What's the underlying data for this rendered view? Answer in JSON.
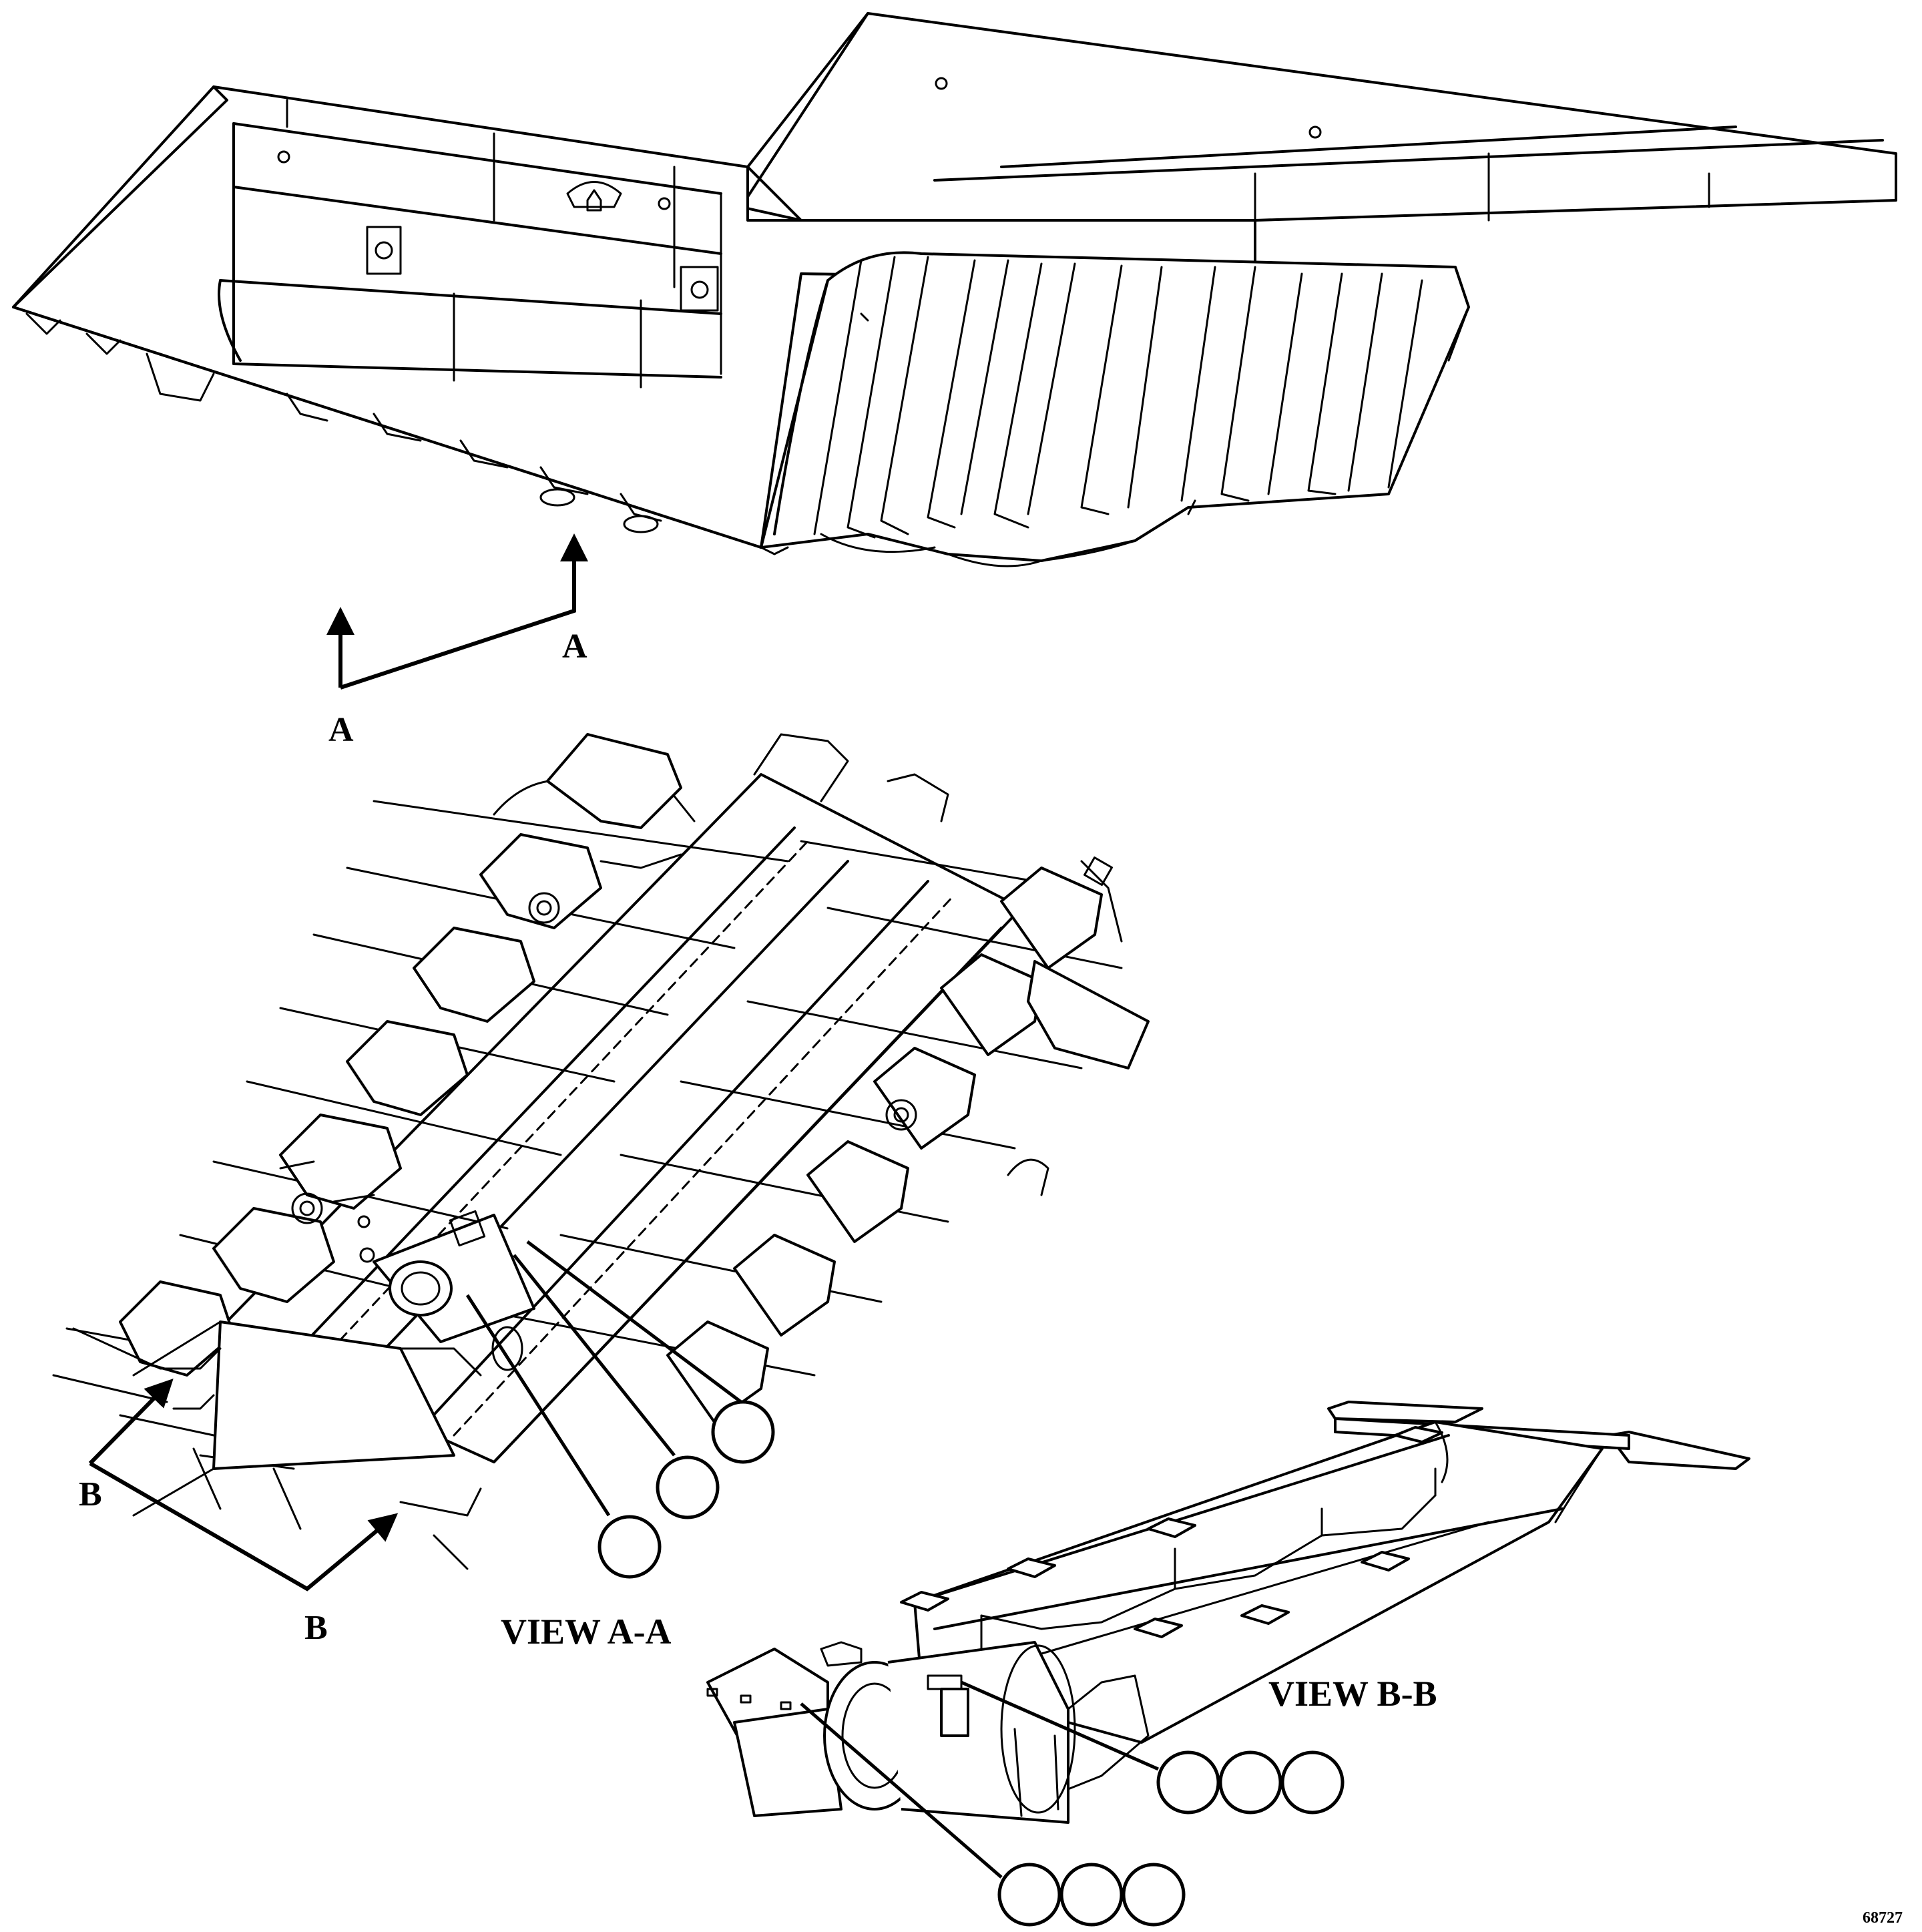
{
  "section_labels": {
    "a_left": "A",
    "a_right": "A",
    "b_top": "B",
    "b_bottom": "B"
  },
  "view_titles": {
    "view_a": "VIEW A-A",
    "view_b": "VIEW B-B"
  },
  "figure_number": "68727"
}
